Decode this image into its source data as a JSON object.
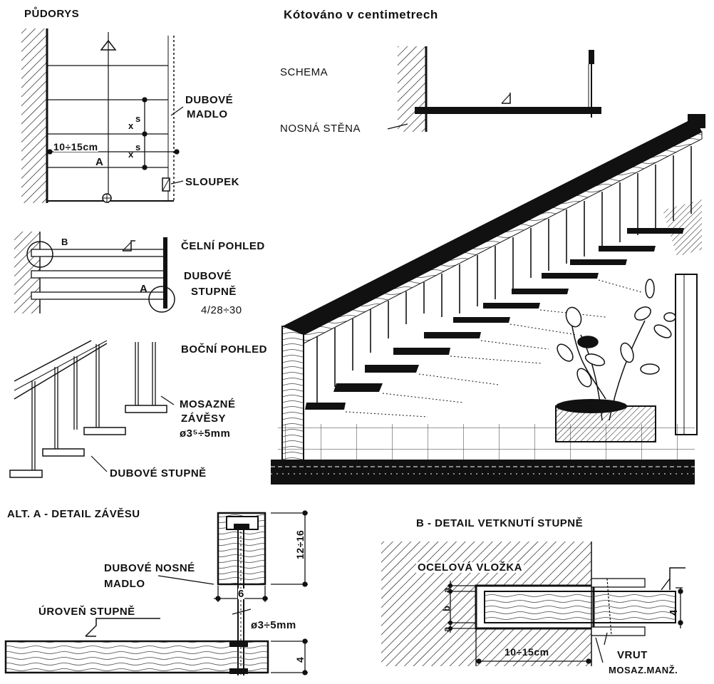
{
  "header": {
    "title": "Kótováno v centimetrech"
  },
  "plan": {
    "heading": "PŮDORYS",
    "oak_rail_1": "DUBOVÉ",
    "oak_rail_2": "MADLO",
    "post": "SLOUPEK",
    "x_mark_1": "x",
    "x_mark_2": "x",
    "s_mark_1": "s",
    "s_mark_2": "s",
    "distance": "10÷15cm",
    "point_a": "A"
  },
  "schema": {
    "heading": "SCHEMA",
    "bearing_wall": "NOSNÁ STĚNA"
  },
  "front_view": {
    "heading": "ČELNÍ POHLED",
    "point_b": "B",
    "point_a": "A",
    "oak_steps_1": "DUBOVÉ",
    "oak_steps_2": "STUPNĚ",
    "step_size": "4/28÷30"
  },
  "side_view": {
    "heading": "BOČNÍ POHLED",
    "brass_1": "MOSAZNÉ",
    "brass_2": "ZÁVĚSY",
    "brass_3": "ø3⁵÷5mm",
    "oak_steps": "DUBOVÉ STUPNĚ"
  },
  "detail_a": {
    "heading": "ALT. A - DETAIL ZÁVĚSU",
    "oak_rail_1": "DUBOVÉ NOSNÉ",
    "oak_rail_2": "MADLO",
    "step_level": "ÚROVEŇ STUPNĚ",
    "dim_height": "12÷16",
    "dim_width": "6",
    "dim_rod": "ø3÷5mm",
    "dim_step": "4"
  },
  "detail_b": {
    "heading": "B - DETAIL VETKNUTÍ STUPNĚ",
    "steel_insert": "OCELOVÁ VLOŽKA",
    "dim_a1": "a",
    "dim_b": "b",
    "dim_a2": "a",
    "dim_4": "4",
    "dim_len": "10÷15cm",
    "screw": "VRUT",
    "brass_sleeve": "MOSAZ.MANŽ."
  }
}
